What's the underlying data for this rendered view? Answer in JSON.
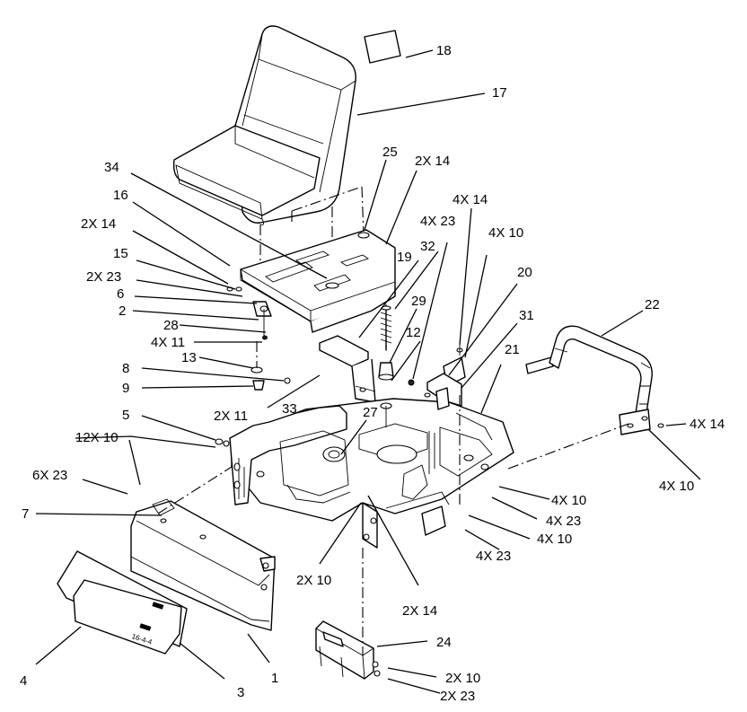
{
  "callouts": {
    "c18": "18",
    "c17": "17",
    "c25": "25",
    "c2x14a": "2X 14",
    "c34": "34",
    "c16": "16",
    "c4x14a": "4X 14",
    "c2x14b": "2X 14",
    "c4x23a": "4X 23",
    "c4x10a": "4X 10",
    "c19": "19",
    "c32": "32",
    "c15": "15",
    "c2x23a": "2X 23",
    "c20": "20",
    "c6": "6",
    "c29": "29",
    "c22": "22",
    "c2": "2",
    "c28": "28",
    "c31": "31",
    "c12": "12",
    "c4x11": "4X 11",
    "c21": "21",
    "c13": "13",
    "c8": "8",
    "c9": "9",
    "c27": "27",
    "c2x11": "2X 11",
    "c33": "33",
    "c5": "5",
    "c4x14b": "4X 14",
    "c12x10": "12X 10",
    "c6x23": "6X 23",
    "c4x10b": "4X 10",
    "c4x10c": "4X 10",
    "c4x23b": "4X 23",
    "c7": "7",
    "c4x10d": "4X 10",
    "c4x23c": "4X 23",
    "c2x10a": "2X 10",
    "c2x14c": "2X 14",
    "c24": "24",
    "c2x10b": "2X 10",
    "c2x23b": "2X 23",
    "c4": "4",
    "c3": "3",
    "c1": "1"
  },
  "decal": {
    "serial_text": "16-4-4"
  }
}
